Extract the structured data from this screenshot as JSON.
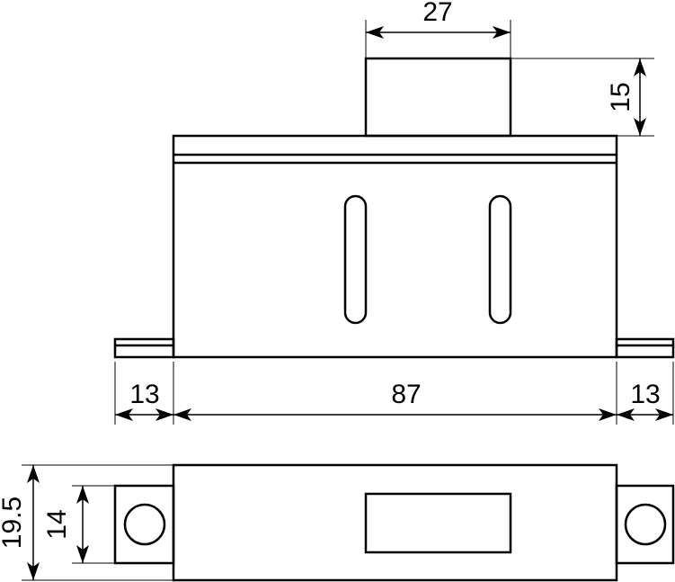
{
  "dimensions": {
    "top_width": "27",
    "top_height": "15",
    "left_tab": "13",
    "body_width": "87",
    "right_tab": "13",
    "total_height": "19.5",
    "hole_pitch": "14"
  },
  "colors": {
    "line": "#000000",
    "background": "#ffffff"
  }
}
